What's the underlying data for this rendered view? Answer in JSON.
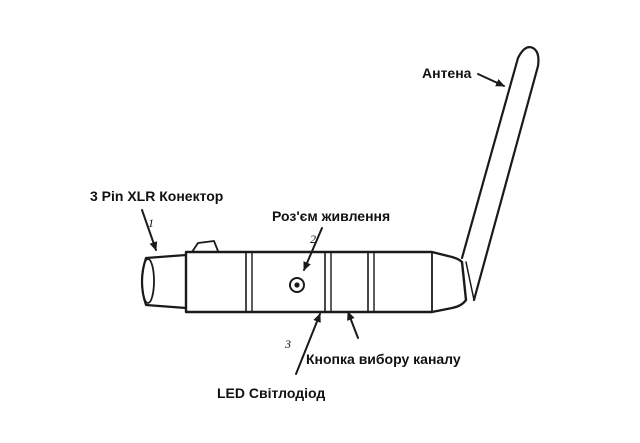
{
  "labels": {
    "antenna": "Антена",
    "xlr": "3 Pin XLR Конектор",
    "power": "Роз'єм живлення",
    "channel_button": "Кнопка вибору каналу",
    "led": "LED Світлодіод"
  },
  "numbers": {
    "n1": "1",
    "n2": "2",
    "n3": "3"
  },
  "colors": {
    "line": "#1a1a1a",
    "text": "#111111",
    "background": "#ffffff"
  }
}
